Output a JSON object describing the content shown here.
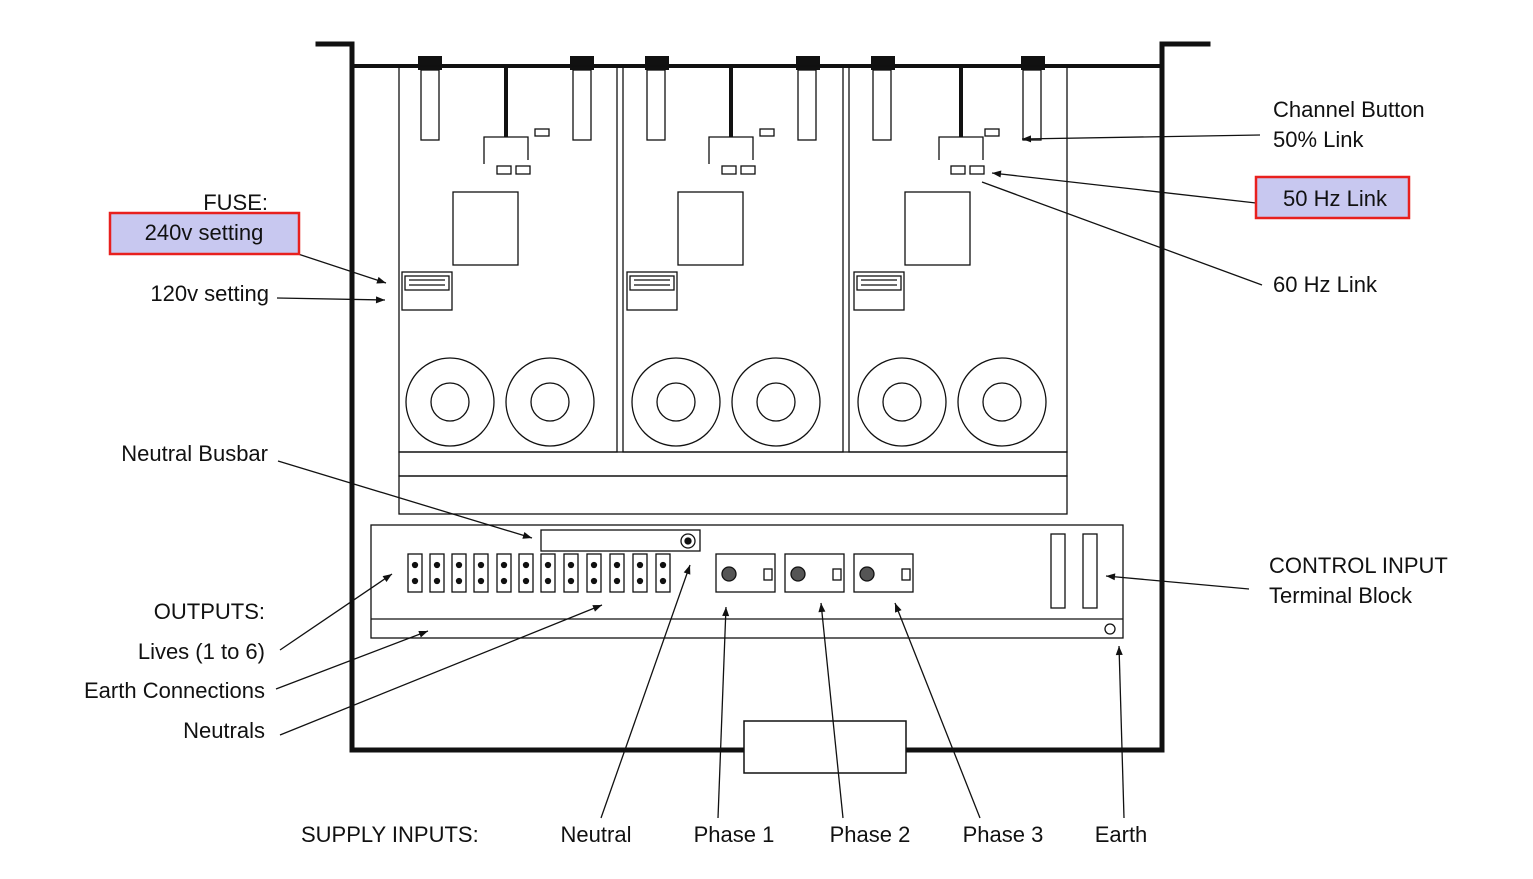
{
  "labels": {
    "fuse_heading": "FUSE:",
    "fuse_240v": "240v setting",
    "fuse_120v": "120v setting",
    "channel_button_line1": "Channel Button",
    "channel_button_line2": "50%  Link",
    "hz50_link": "50 Hz Link",
    "hz60_link": "60 Hz Link",
    "neutral_busbar": "Neutral Busbar",
    "outputs_heading": "OUTPUTS:",
    "outputs_lives": "Lives (1 to 6)",
    "outputs_earth": "Earth Connections",
    "outputs_neutrals": "Neutrals",
    "control_input_line1": "CONTROL INPUT",
    "control_input_line2": "Terminal Block",
    "supply_inputs": "SUPPLY INPUTS:",
    "supply_neutral": "Neutral",
    "supply_phase1": "Phase 1",
    "supply_phase2": "Phase 2",
    "supply_phase3": "Phase 3",
    "supply_earth": "Earth"
  },
  "colors": {
    "highlight_fill": "#c8c8f0",
    "highlight_border": "#e8201e",
    "line": "#111111"
  }
}
